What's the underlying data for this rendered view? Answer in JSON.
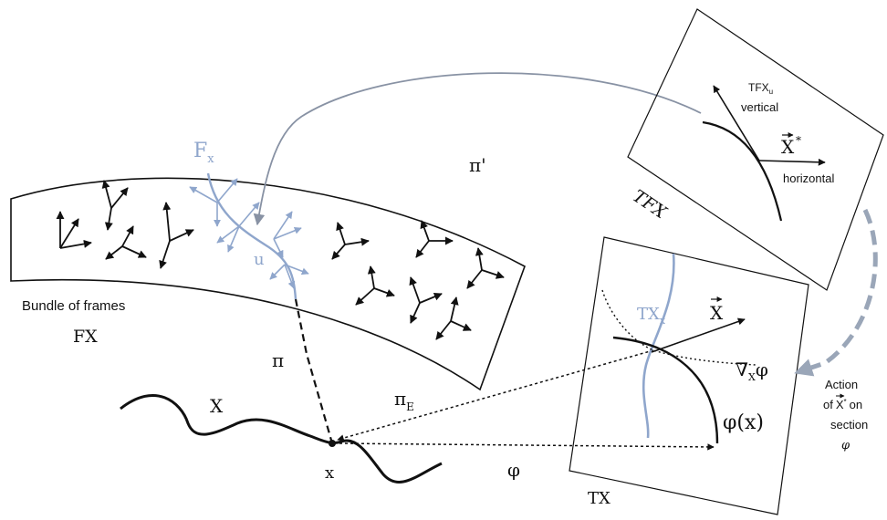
{
  "labels": {
    "fiber": "F",
    "fiber_sub": "x",
    "u": "u",
    "bundle_title": "Bundle of frames",
    "bundle_symbol": "FX",
    "pi": "π",
    "pi_prime": "π'",
    "pi_e": "π",
    "pi_e_sub": "E",
    "base": "X",
    "point": "x",
    "phi": "φ",
    "tfx": "TFX",
    "tfx_vertical_line1": "TFX",
    "tfx_vertical_sub": "u",
    "tfx_vertical_line2": "vertical",
    "xstar": "X",
    "xstar_sup": "*",
    "horizontal": "horizontal",
    "tx": "TX",
    "txx": "TX",
    "txx_sub": "x",
    "x_vec": "X",
    "nabla": "∇",
    "nabla_sub": "X",
    "nabla_phi": "φ",
    "phi_x": "φ(x)",
    "action_line1": "Action",
    "action_line2_pre": "of",
    "action_line2_vec": "X",
    "action_line2_sup": "*",
    "action_line2_post": "on",
    "action_line3": "section",
    "action_line4": "φ"
  },
  "colors": {
    "ink": "#111111",
    "fiber_blue": "#8aa2c8",
    "arrow_gray": "#8892a4",
    "dashed_gray": "#9aa6b8"
  }
}
